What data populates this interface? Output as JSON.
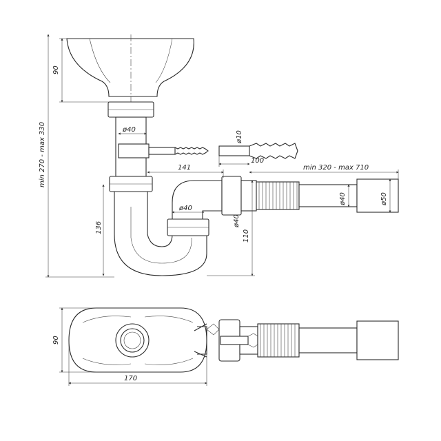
{
  "dimensions": {
    "funnel_height": "90",
    "total_height": "min 270 - max 330",
    "pipe_diameter": "ø40",
    "bolt_diameter": "ø10",
    "bolt_length": "100",
    "offset": "141",
    "hose_length": "min 320 - max 710",
    "outlet_diameter_1": "ø40",
    "outlet_diameter_2": "ø50",
    "trap_diameter": "ø40",
    "trap_height": "136",
    "elbow_height": "110",
    "elbow_diameter": "ø40",
    "plan_height": "90",
    "plan_width": "170"
  }
}
